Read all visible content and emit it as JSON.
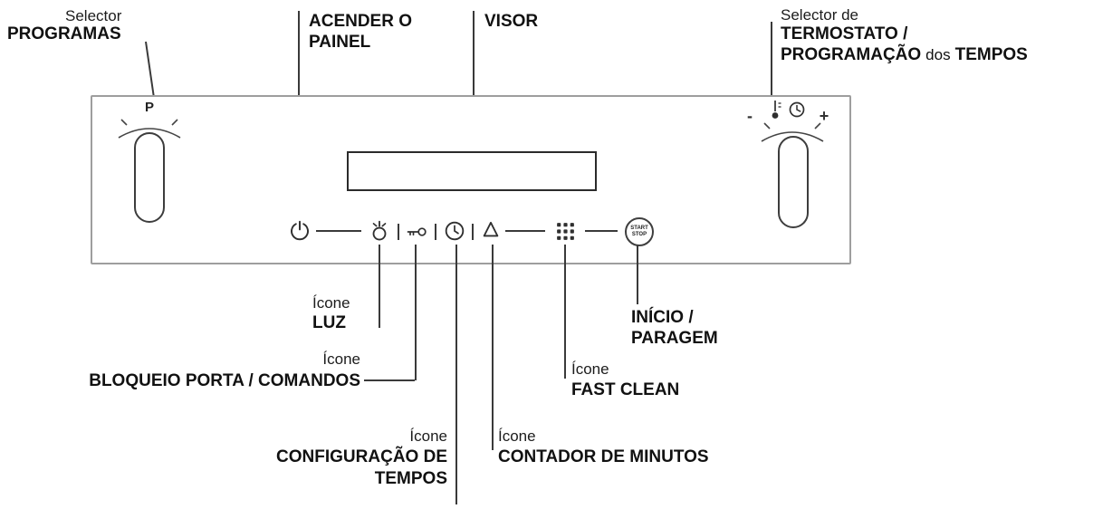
{
  "colors": {
    "line": "#3a3a3a",
    "panel_border": "#9e9e9e",
    "text": "#1c1c1c"
  },
  "callouts": {
    "programas": {
      "top": "Selector",
      "name": "PROGRAMAS"
    },
    "acender": {
      "line1": "ACENDER O",
      "line2": "PAINEL"
    },
    "visor": {
      "name": "VISOR"
    },
    "termostato": {
      "top": "Selector de",
      "line1": "TERMOSTATO /",
      "line2_bold_a": "PROGRAMAÇÃO",
      "line2_mid": "dos",
      "line2_bold_b": "TEMPOS"
    },
    "luz": {
      "top": "Ícone",
      "name": "LUZ"
    },
    "bloqueio": {
      "top": "Ícone",
      "name": "BLOQUEIO PORTA / COMANDOS"
    },
    "configuracao": {
      "top": "Ícone",
      "line1": "CONFIGURAÇÃO DE",
      "line2": "TEMPOS"
    },
    "contador": {
      "top": "Ícone",
      "name": "CONTADOR DE MINUTOS"
    },
    "fast_clean": {
      "top": "Ícone",
      "name": "FAST CLEAN"
    },
    "inicio": {
      "line1": "INÍCIO /",
      "line2": "PARAGEM"
    }
  },
  "panel": {
    "left_knob_label": "P",
    "right_knob_minus": "-",
    "right_knob_plus": "+",
    "start_stop": {
      "line1": "START",
      "line2": "STOP"
    }
  },
  "icons": {
    "power-icon": "⏻ power symbol",
    "light-icon": "lamp bulb",
    "key-lock-icon": "key / lock",
    "clock-icon": "clock",
    "bell-icon": "bell (minute minder)",
    "fast-clean-icon": "3x3 dot grid",
    "thermostat-timer-icon": "thermometer + clock"
  }
}
